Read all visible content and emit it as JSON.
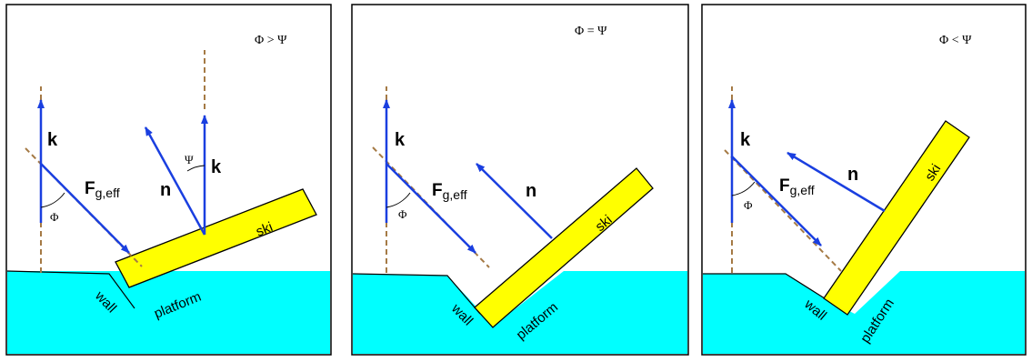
{
  "colors": {
    "water": "#00ffff",
    "ski_fill": "#ffff00",
    "vector": "#1a3fe0",
    "dashed": "#a57a45",
    "ink": "#000000",
    "frame": "#000000"
  },
  "panels": [
    {
      "condition": "Φ > Ψ",
      "ski_label": "ski",
      "wall_label": "wall",
      "platform_label": "platform",
      "k_label": "k",
      "k2_label": "k",
      "n_label": "n",
      "force_main": "F",
      "force_sub": "g,eff",
      "phi_label": "Φ",
      "psi_label": "Ψ"
    },
    {
      "condition": "Φ = Ψ",
      "ski_label": "ski",
      "wall_label": "wall",
      "platform_label": "platform",
      "k_label": "k",
      "n_label": "n",
      "force_main": "F",
      "force_sub": "g,eff",
      "phi_label": "Φ"
    },
    {
      "condition": "Φ < Ψ",
      "ski_label": "ski",
      "wall_label": "wall",
      "platform_label": "platform",
      "k_label": "k",
      "n_label": "n",
      "force_main": "F",
      "force_sub": "g,eff",
      "phi_label": "Φ"
    }
  ]
}
